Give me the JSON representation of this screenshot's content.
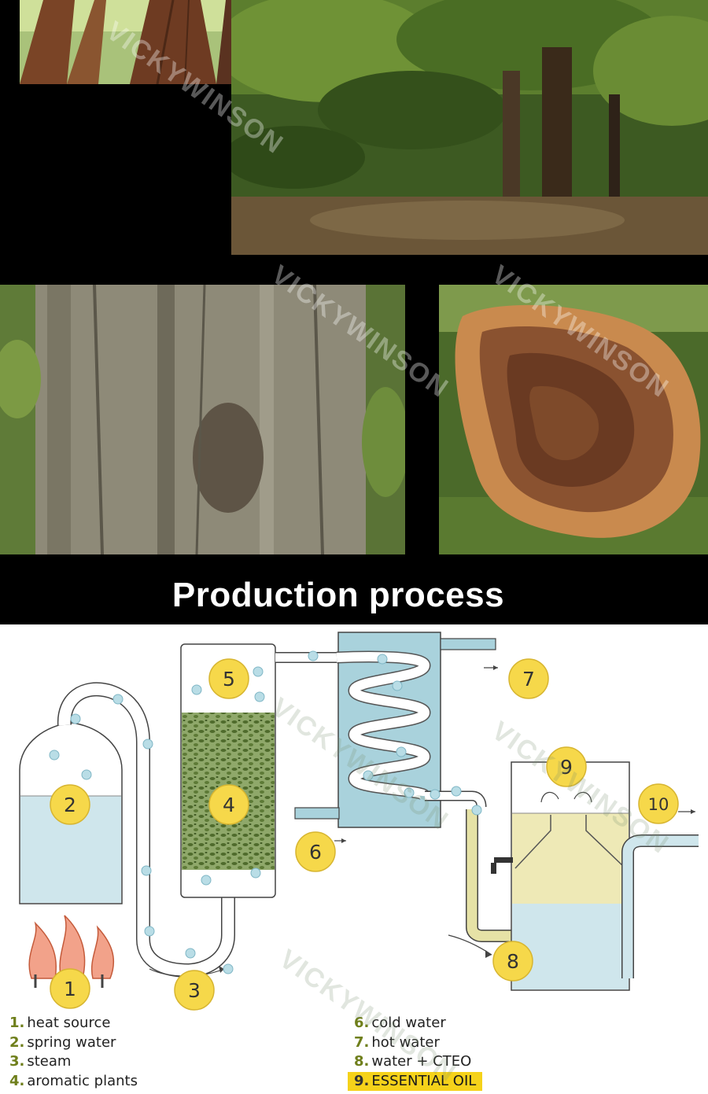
{
  "title": "Production process",
  "watermark": "VICKYWINSON",
  "diagram": {
    "markers": [
      "1",
      "2",
      "3",
      "4",
      "5",
      "6",
      "7",
      "8",
      "9",
      "10"
    ]
  },
  "legend": [
    {
      "num": "1.",
      "label": "heat source"
    },
    {
      "num": "2.",
      "label": "spring water"
    },
    {
      "num": "3.",
      "label": "steam"
    },
    {
      "num": "4.",
      "label": "aromatic plants"
    },
    {
      "num": "6.",
      "label": "cold water"
    },
    {
      "num": "7.",
      "label": "hot water"
    },
    {
      "num": "8.",
      "label": "water + CTEO"
    },
    {
      "num": "9.",
      "label": "ESSENTIAL OIL",
      "highlight": true
    }
  ],
  "colors": {
    "marker_fill": "#f6d84a",
    "water_blue": "#b9dde6",
    "plant_green": "#6f8d4a",
    "highlight": "#f5d21a"
  }
}
